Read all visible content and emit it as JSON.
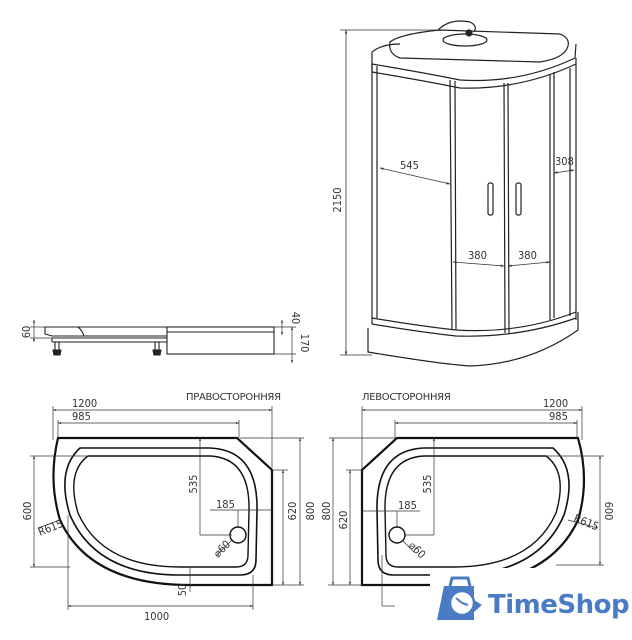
{
  "cabin": {
    "height": "2150",
    "side_panel_width": "545",
    "back_depth": "308",
    "door_left_width": "380",
    "door_right_width": "380"
  },
  "tray_side_view": {
    "tray_height": "60",
    "top_offset": "40",
    "apron_height": "170"
  },
  "tray_right": {
    "label": "ПРАВОСТОРОННЯЯ",
    "total_width": "1200",
    "straight_width": "985",
    "left_height": "600",
    "radius": "R615",
    "drain_from_back": "535",
    "drain_from_side": "185",
    "drain_diameter": "⌀60",
    "rim_offset": "50",
    "inner_width": "1000",
    "right_height": "620",
    "total_depth": "800"
  },
  "tray_left": {
    "label": "ЛЕВОСТОРОННЯЯ",
    "total_width": "1200",
    "straight_width": "985",
    "right_height": "600",
    "radius": "R615",
    "drain_from_back": "535",
    "drain_from_side": "185",
    "drain_diameter": "⌀60",
    "left_height": "620",
    "total_depth": "800"
  },
  "watermark": {
    "brand": "TimeShop",
    "color": "#4a7cc3"
  }
}
